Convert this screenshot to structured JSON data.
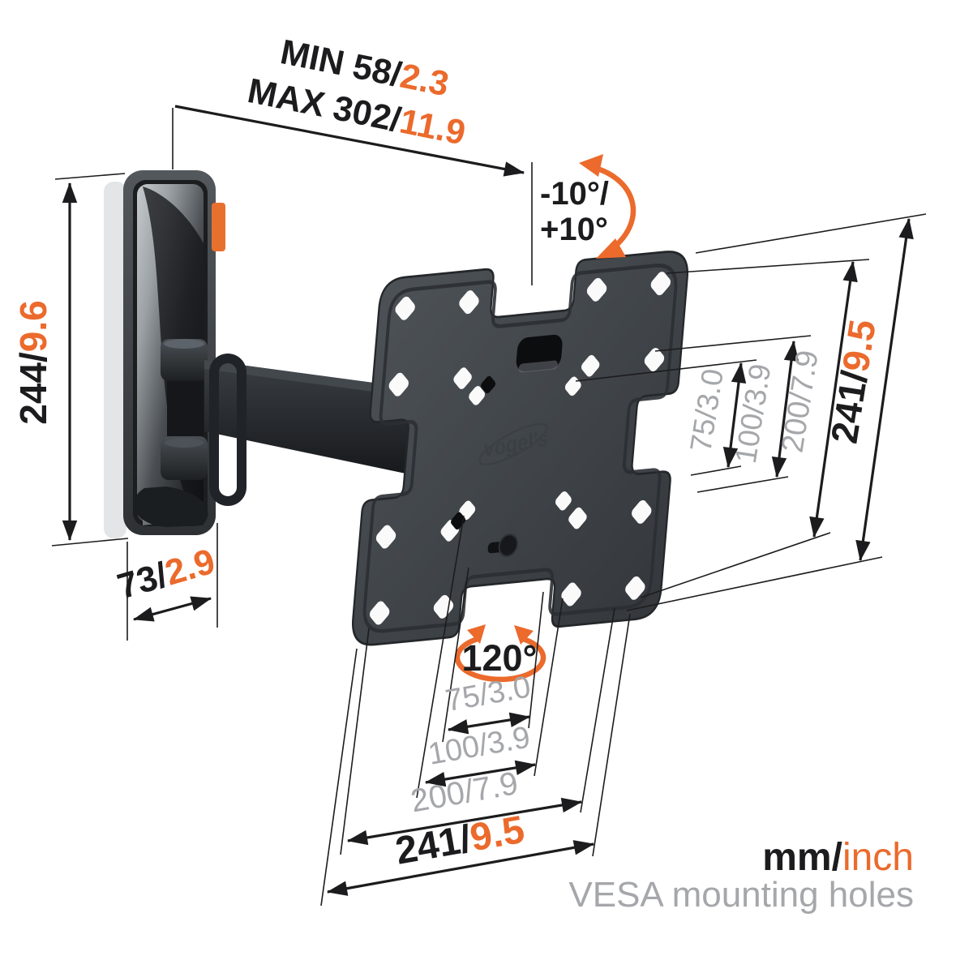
{
  "colors": {
    "accent_orange": "#eb6a2c",
    "dim_black": "#1c1c1e",
    "dim_gray": "#a5a7aa",
    "mount_dark": "#202327",
    "plate_gray": "#42474c",
    "hole_white": "#fafafa"
  },
  "brand": {
    "logo": "vogel's"
  },
  "dims": {
    "depth": {
      "min_mm": "MIN 58/",
      "min_in": "2.3",
      "max_mm": "MAX 302/",
      "max_in": "11.9"
    },
    "tilt": {
      "line1": "-10°/",
      "line2": "+10°"
    },
    "height": {
      "mm": "244/",
      "in": "9.6"
    },
    "width": {
      "mm": "73/",
      "in": "2.9"
    },
    "swivel": "120°",
    "right": {
      "d75": "75/3.0",
      "d100": "100/3.9",
      "d200": "200/7.9",
      "d241_mm": "241/",
      "d241_in": "9.5"
    },
    "bottom": {
      "d75": "75/3.0",
      "d100": "100/3.9",
      "d200": "200/7.9",
      "d241_mm": "241/",
      "d241_in": "9.5"
    }
  },
  "legend": {
    "mm": "mm/",
    "inch": "inch",
    "caption": "VESA mounting holes"
  }
}
